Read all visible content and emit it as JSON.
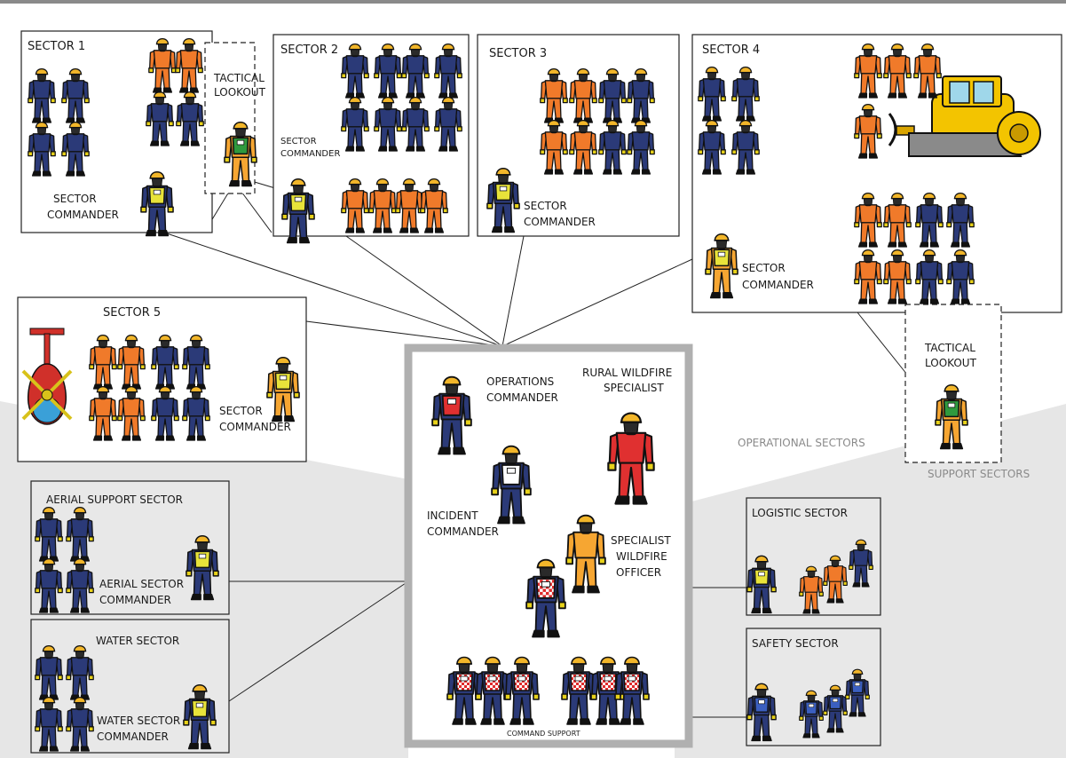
{
  "colors": {
    "navy": "#2b3a78",
    "orange": "#f07a2a",
    "amber": "#f6a632",
    "red": "#e03030",
    "yellow_vest": "#e8e33a",
    "green_vest": "#2f9a3e",
    "helmet": "#f2b62a",
    "support_zone": "#e6e6e6",
    "command_frame": "#b0b0b0"
  },
  "sectors": {
    "s1": "SECTOR 1",
    "s2": "SECTOR 2",
    "s3": "SECTOR 3",
    "s4": "SECTOR 4",
    "s5": "SECTOR 5"
  },
  "roles": {
    "sector_commander_line1": "SECTOR",
    "sector_commander_line2": "COMMANDER",
    "tactical_lookout_line1": "TACTICAL",
    "tactical_lookout_line2": "LOOKOUT",
    "operations_commander_line1": "OPERATIONS",
    "operations_commander_line2": "COMMANDER",
    "rural_specialist_line1": "RURAL WILDFIRE",
    "rural_specialist_line2": "SPECIALIST",
    "incident_commander_line1": "INCIDENT",
    "incident_commander_line2": "COMMANDER",
    "specialist_officer_line1": "SPECIALIST",
    "specialist_officer_line2": "WILDFIRE",
    "specialist_officer_line3": "OFFICER",
    "command_support": "COMMAND SUPPORT"
  },
  "support": {
    "aerial_title": "AERIAL SUPPORT SECTOR",
    "aerial_cmd_line1": "AERIAL SECTOR",
    "aerial_cmd_line2": "COMMANDER",
    "water_title": "WATER SECTOR",
    "water_cmd_line1": "WATER SECTOR",
    "water_cmd_line2": "COMMANDER",
    "logistic_title": "LOGISTIC SECTOR",
    "safety_title": "SAFETY SECTOR"
  },
  "zones": {
    "operational": "OPERATIONAL SECTORS",
    "support": "SUPPORT SECTORS"
  }
}
